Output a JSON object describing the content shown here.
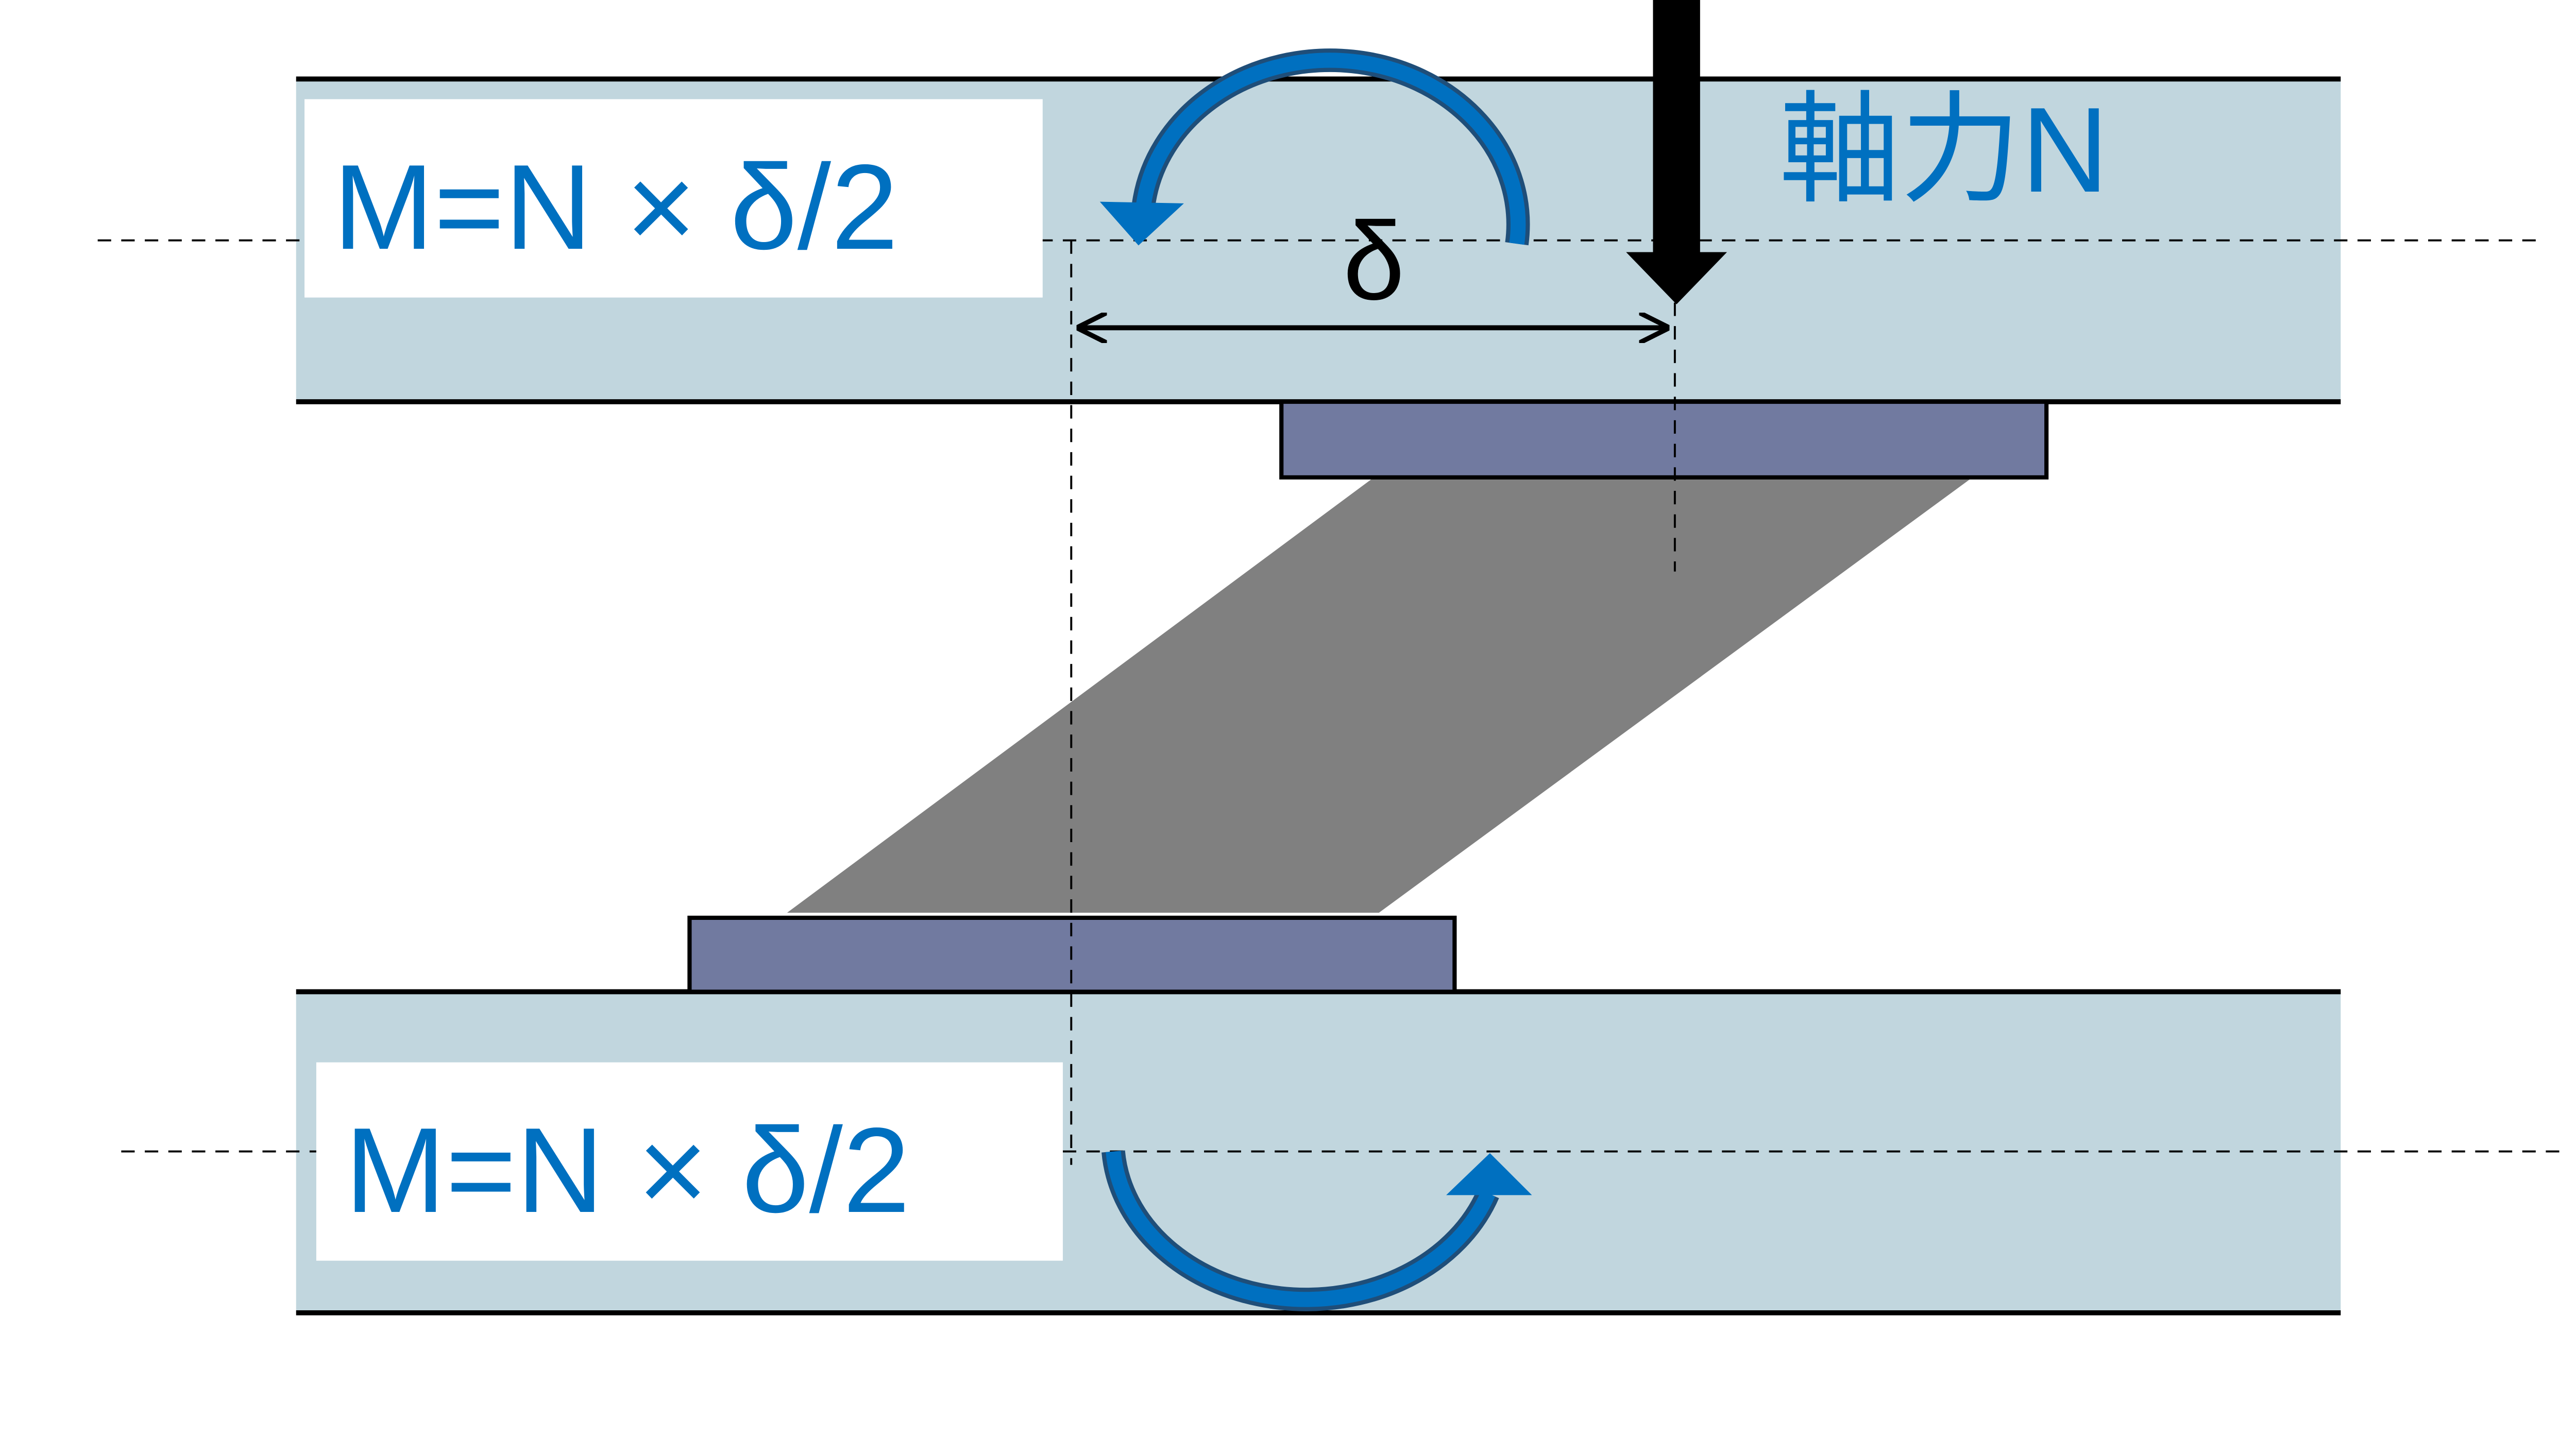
{
  "labels": {
    "moment_top": "M=N × δ/2",
    "moment_bottom": "M=N × δ/2",
    "axial_force": "軸力N",
    "eccentricity": "δ"
  },
  "colors": {
    "beam_fill": "#c1d6de",
    "plate_fill": "#717aa0",
    "rubber_fill": "#808080",
    "label_blue": "#0070c0",
    "arrow_blue": "#0070c0",
    "arrow_dark_blue": "#1f4e79",
    "line": "#000000"
  },
  "icons": {
    "moment_top_arrow": "curved-arrow-counterclockwise-icon",
    "moment_bottom_arrow": "curved-arrow-clockwise-icon",
    "axial_force_arrow": "down-arrow-icon",
    "eccentricity_dimension": "double-headed-arrow-icon"
  }
}
